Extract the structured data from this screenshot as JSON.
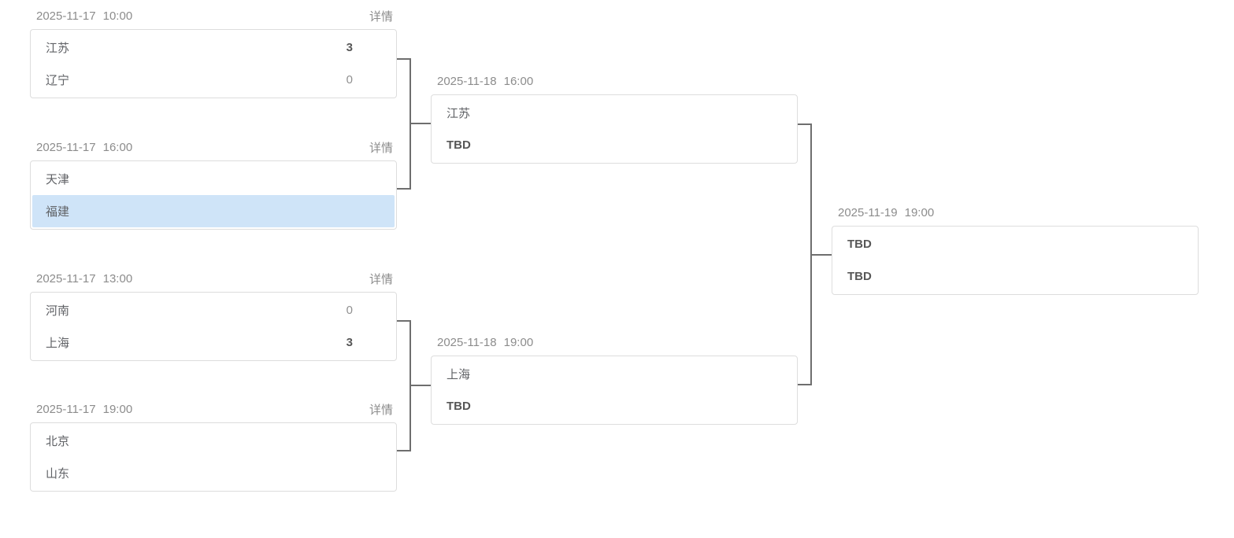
{
  "bracket": {
    "detail_label": "详情",
    "rounds": [
      {
        "matches": [
          {
            "date": "2025-11-17",
            "time": "10:00",
            "has_detail": true,
            "teams": [
              {
                "name": "江苏",
                "score": "3",
                "winner": true
              },
              {
                "name": "辽宁",
                "score": "0",
                "winner": false
              }
            ]
          },
          {
            "date": "2025-11-17",
            "time": "16:00",
            "has_detail": true,
            "teams": [
              {
                "name": "天津"
              },
              {
                "name": "福建",
                "highlighted": true
              }
            ]
          },
          {
            "date": "2025-11-17",
            "time": "13:00",
            "has_detail": true,
            "teams": [
              {
                "name": "河南",
                "score": "0",
                "winner": false
              },
              {
                "name": "上海",
                "score": "3",
                "winner": true
              }
            ]
          },
          {
            "date": "2025-11-17",
            "time": "19:00",
            "has_detail": true,
            "teams": [
              {
                "name": "北京"
              },
              {
                "name": "山东"
              }
            ]
          }
        ]
      },
      {
        "matches": [
          {
            "date": "2025-11-18",
            "time": "16:00",
            "has_detail": false,
            "teams": [
              {
                "name": "江苏"
              },
              {
                "name": "TBD",
                "tbd": true
              }
            ]
          },
          {
            "date": "2025-11-18",
            "time": "19:00",
            "has_detail": false,
            "teams": [
              {
                "name": "上海"
              },
              {
                "name": "TBD",
                "tbd": true
              }
            ]
          }
        ]
      },
      {
        "matches": [
          {
            "date": "2025-11-19",
            "time": "19:00",
            "has_detail": false,
            "teams": [
              {
                "name": "TBD",
                "tbd": true
              },
              {
                "name": "TBD",
                "tbd": true
              }
            ]
          }
        ]
      }
    ]
  },
  "colors": {
    "highlight_row": "#cfe4f8",
    "connector": "#6e6e6e",
    "card_border": "#dddddd",
    "header_text": "#8c8c8c",
    "team_text": "#606266",
    "winner_text": "#575757",
    "loser_score": "#909090"
  }
}
